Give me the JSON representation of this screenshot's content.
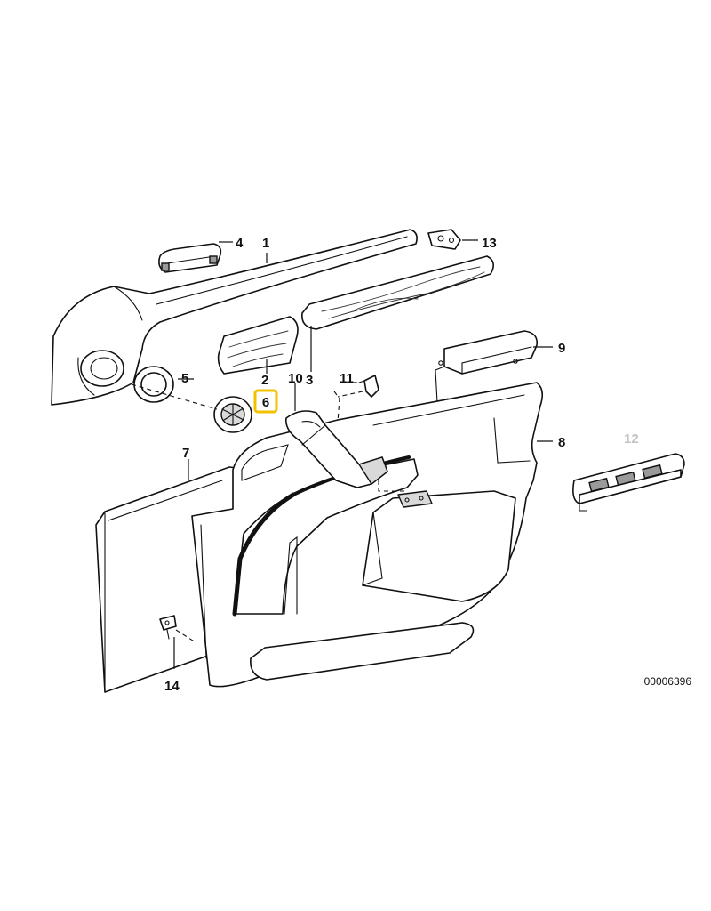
{
  "callouts": {
    "c1": "1",
    "c2": "2",
    "c3": "3",
    "c4": "4",
    "c5": "5",
    "c6": "6",
    "c7": "7",
    "c8": "8",
    "c9": "9",
    "c10": "10",
    "c11": "11",
    "c12": "12",
    "c13": "13",
    "c14": "14"
  },
  "highlight": {
    "callout": "6",
    "color": "#f2c200"
  },
  "dimmed_callout": "12",
  "reference_number": "00006396",
  "colors": {
    "line": "#111111",
    "shade": "#d9d9d9",
    "dim_text": "#c4c4c4"
  }
}
